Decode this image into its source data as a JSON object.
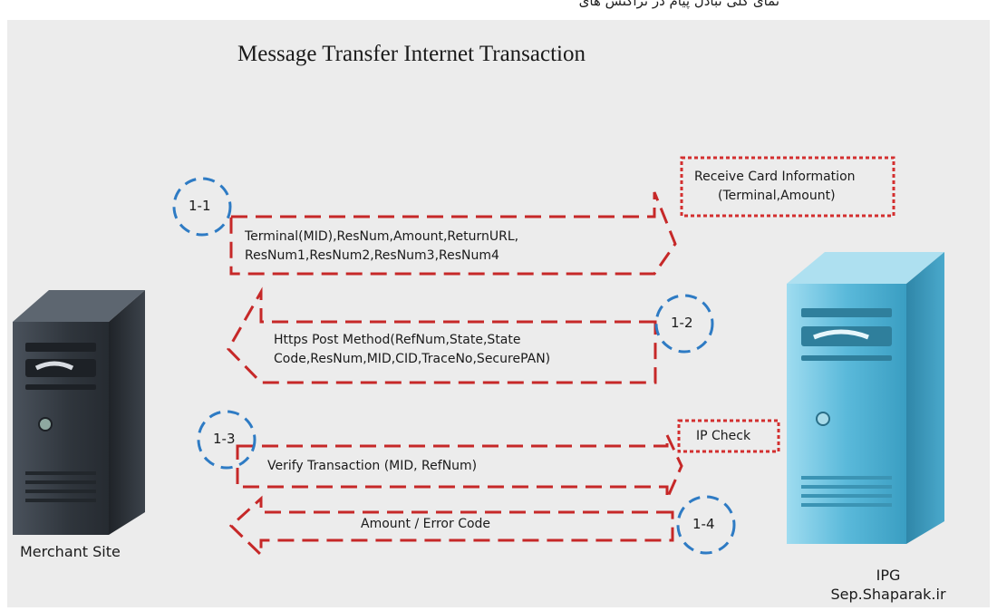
{
  "top_text": "نمای کلی تبادل پیام در تراکنش های اینترنتی",
  "title": "Message Transfer Internet Transaction",
  "merchant": {
    "label": "Merchant Site"
  },
  "ipg": {
    "label": "IPG",
    "domain": "Sep.Shaparak.ir"
  },
  "notes": {
    "receive_card_line1": "Receive Card Information",
    "receive_card_line2": "(Terminal,Amount)",
    "ip_check": "IP Check"
  },
  "steps": [
    {
      "id": "1-1",
      "line1": "Terminal(MID),ResNum,Amount,ReturnURL,",
      "line2": "ResNum1,ResNum2,ResNum3,ResNum4"
    },
    {
      "id": "1-2",
      "line1": "Https Post Method(RefNum,State,State",
      "line2": "Code,ResNum,MID,CID,TraceNo,SecurePAN)"
    },
    {
      "id": "1-3",
      "line1": "Verify Transaction (MID, RefNum)"
    },
    {
      "id": "1-4",
      "line1": "Amount / Error Code"
    }
  ],
  "colors": {
    "arrow": "#c62828",
    "circle": "#2e7bc4",
    "merchant_body": "#3a4048",
    "ipg_body": "#58b8d8",
    "background": "#ececec"
  }
}
